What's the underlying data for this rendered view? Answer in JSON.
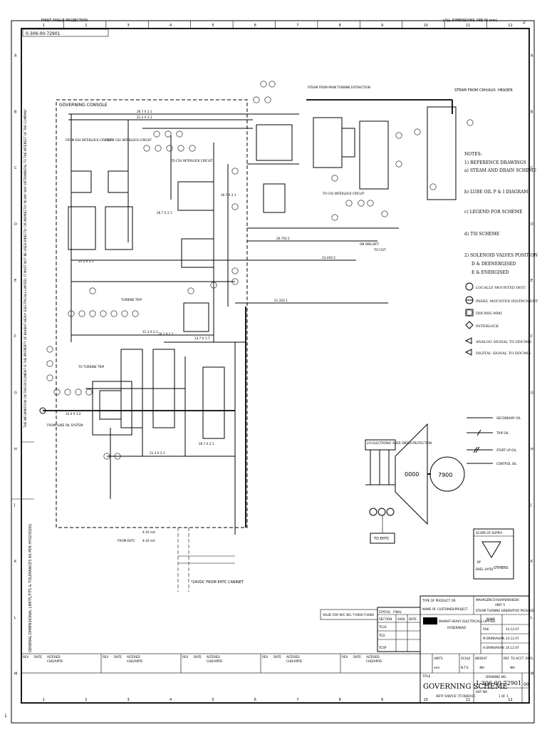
{
  "header": {
    "projection": "FIRST ANGLE PROJECTION",
    "dimensions_note": "(ALL DIMENSIONS ARE IN mm)",
    "doc_number_rotated": "0-306-00-72901",
    "sheet_indicator": "2",
    "col_numbers": [
      "1",
      "2",
      "3",
      "4",
      "5",
      "6",
      "7",
      "8",
      "9",
      "10",
      "11",
      "12"
    ],
    "row_letters": [
      "A",
      "B",
      "C",
      "D",
      "E",
      "F",
      "G",
      "H",
      "J",
      "K",
      "L",
      "M"
    ],
    "left_margin_number": "1"
  },
  "side_text": {
    "property_notice": "THE INFORMATION ON THIS DOCUMENT IS THE PROPERTY OF BHARAT HEAVY ELECTRICALS LIMITED. IT MUST NOT BE USED DIRECTLY OR INDIRECTLY IN ANY WAY DETRIMENTAL TO THE INTEREST OF THE COMPANY",
    "tolerance_note": "GENERAL DIMENSIONAL LIMITS,FITS & TOLERANCES AS PER HY0230261"
  },
  "diagram": {
    "governing_console": "GOVERNING CONSOLE",
    "steam_main": "STEAM FROM MAIN TURBINE EXTRACTION",
    "steam_crh": "STEAM FROM CRH/AUX. HEADER",
    "from_lube_oil": "FROM LUBE OIL SYSTEM",
    "to_turbine_trip": "TO TURBINE TRIP",
    "turbine_trip": "TURBINE TRIP",
    "from_esv_interlock": "FROM ESV INTERLOCK CIRCUIT",
    "from_csv_interlock": "FROM CSV INTERLOCK CIRCUIT",
    "to_csv_interlock": "TO CSV INTERLOCK CIRCUIT",
    "to_csv_interlock2": "TO CSV INTERLOCK CIRCUIT",
    "to_cs": "TO CS/T",
    "on_owl_off": "ON OWL/OFF",
    "from_ehtc": "FROM EHTC",
    "to_ehtc": "TO EHTC",
    "ma_1": "4-20 mA",
    "ma_2": "4-20 mA",
    "vdc": "*24VDC FROM EHTC CABINET",
    "turbine_label": "0000",
    "pump_label": "7900",
    "electronic_protection": "2/3 ELECTRONIC OVER SPEED PROTECTION",
    "pipe_labels": [
      "26.7 X 2.1",
      "21.3 X 2.1",
      "26.7 X 2.1",
      "21.3 X 2.1",
      "26.7 X 2.1",
      "21.3 X 2.1",
      "33.4 X 3.2",
      "26.7 X 2.1",
      "13.7 X 1.7",
      "26.7 X 2.1",
      "21.3 X 2.1",
      "33.4X4.5",
      "21.3X2.1",
      "26.7X2.1"
    ]
  },
  "notes": {
    "title": "NOTES:",
    "items": [
      "1) REFERENCE DRAWINGS",
      "a) STEAM AND DRAIN SCHEME",
      "b) LUBE OIL P & I DIAGRAM",
      "c) LEGEND FOR SCHEME",
      "d) TSI SCHEME",
      "2) SOLENOID VALVES POSITION",
      "D & DEENERGISED",
      "E & ENERGISED"
    ]
  },
  "symbol_legend": [
    "LOCALLY MOUNTED INST.",
    "PANEL MOUNTED INSTRUMENT",
    "DDCMIS-MMI",
    "INTERLOCK",
    "ANALOG SIGNAL TO DDCMIS",
    "DIGITAL SIGNAL TO DDCMIS"
  ],
  "line_legend": [
    "SECONDARY OIL",
    "TRIP OIL",
    "START UP OIL",
    "CONTROL OIL"
  ],
  "scope_of_supply": {
    "title": "SCOPE OF SUPPLY",
    "by_label": "BY",
    "bhel": "BHEL (HYD)",
    "others": "OTHERS"
  },
  "title_block": {
    "valid_for": "VALID FOR W/C NO. T-0000-T-0000",
    "status_label": "STATUS",
    "status_value": "FINAL",
    "section_label": "SECTION",
    "sign_label": "SIGN",
    "date_label": "DATE",
    "tcck": "TCCK",
    "tcd": "TCD",
    "tcsp": "TCSP",
    "type_of_product": "TYPE OF PRODUCT OR",
    "name_of_customer": "NAME OF CUSTOMER/PROJECT",
    "project": "MAHAGENCO-KHAPERKHEDA",
    "unit": "UNIT 5",
    "package": "STEAM TURBINE GENERATOR PACKAGE",
    "company": "BHARAT HEAVY ELECTRICALS LIMITED",
    "city": "HYDERABAD",
    "drawing_no_label": "DRAWING NO.",
    "drawing_no": "1-306-00-72901",
    "rev": "00",
    "title_label": "TITLE",
    "title": "GOVERNING SCHEME",
    "subtitle": "BFP DRIVE TURBINE",
    "scale_label": "SCALE",
    "scale_value": "N.T.S",
    "units_label": "UNITS",
    "units_value": "mm",
    "weight_label": "WEIGHT",
    "weight_value": "-NA-",
    "ref_label": "REF. TO ACCT. DWG.",
    "ref_value": "-NA-",
    "sht_label": "SHT NO",
    "sht_value": "1 OF 1",
    "name_label": "NAME",
    "name_rows": [
      "RSK",
      "M.SRINIVASAN",
      "H.SRINIVASAN"
    ],
    "dates": [
      "24.12.07",
      "24.12.07",
      "24.12.07"
    ],
    "revision_headers": [
      "REV",
      "DATE",
      "ALTERED",
      "CHD/APPD"
    ]
  }
}
